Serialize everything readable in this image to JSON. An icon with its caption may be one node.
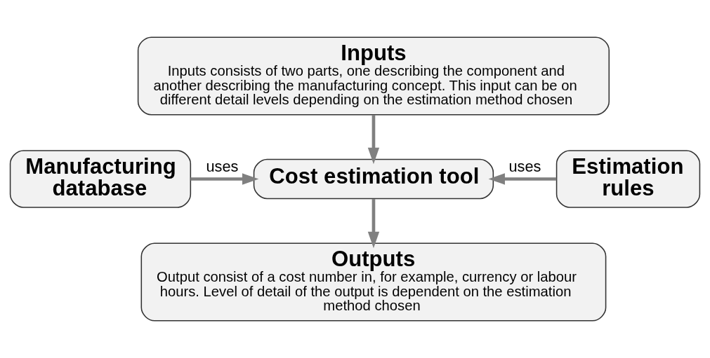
{
  "diagram": {
    "nodes": [
      {
        "text": [
          "Inputs",
          "Inputs consists of two parts, one describing the component and another describing the manufacturing concept. This input can be on different detail levels depending on the estimation method chosen"
        ]
      },
      {
        "text": [
          "Manufacturing database"
        ]
      },
      {
        "text": [
          "Cost estimation tool"
        ]
      },
      {
        "text": [
          "Estimation rules"
        ]
      },
      {
        "text": [
          "Outputs",
          "Output consist of a cost number in, for example, currency or labour hours. Level of detail of the output is dependent on the estimation method chosen"
        ]
      }
    ],
    "edges": [
      {
        "from": 0,
        "to": 2,
        "arrow": "to"
      },
      {
        "from": 1,
        "to": 2,
        "arrow": "to",
        "label": "uses"
      },
      {
        "from": 3,
        "to": 2,
        "arrow": "to",
        "label": "uses"
      },
      {
        "from": 2,
        "to": 4,
        "arrow": "to"
      }
    ]
  }
}
